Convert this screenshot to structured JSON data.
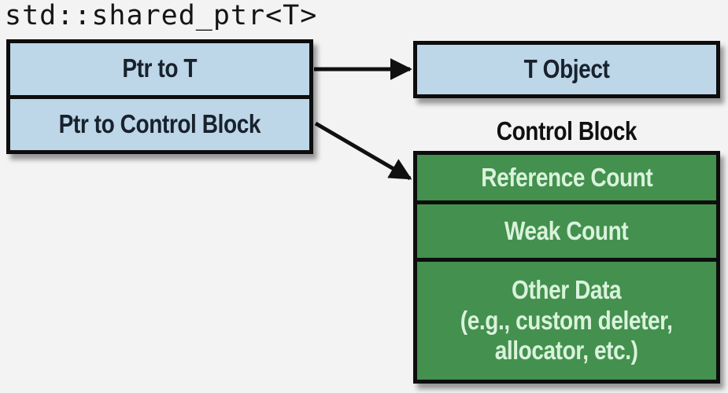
{
  "diagram": {
    "title": "std::shared_ptr<T>",
    "shared_ptr_box": {
      "rows": [
        {
          "label": "Ptr to T"
        },
        {
          "label": "Ptr to Control Block"
        }
      ]
    },
    "t_object_box": {
      "label": "T Object"
    },
    "control_block": {
      "heading": "Control Block",
      "rows": [
        {
          "label": "Reference Count"
        },
        {
          "label": "Weak Count"
        },
        {
          "label": "Other Data\n(e.g., custom deleter,\nallocator, etc.)"
        }
      ]
    },
    "colors": {
      "pointer_box_fill": "#bdd6e8",
      "control_block_fill": "#44904e",
      "control_block_text": "#d9f3dc",
      "pointer_box_text": "#18222d",
      "border": "#0d0d0d",
      "background": "#f3f3f4"
    }
  }
}
